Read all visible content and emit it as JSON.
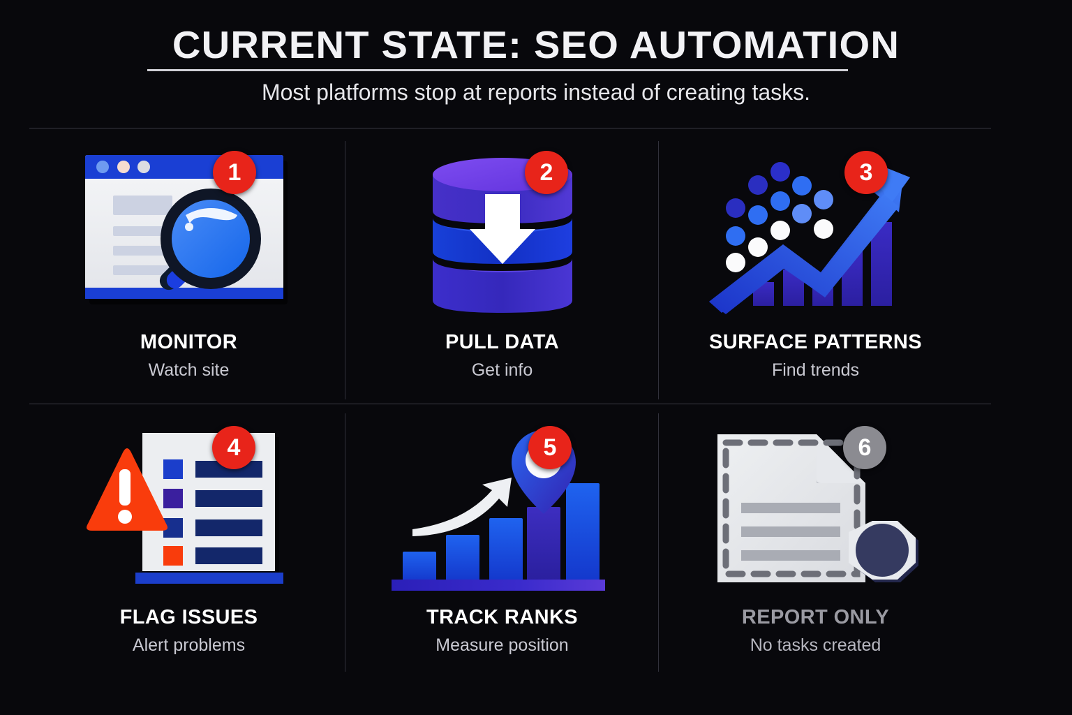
{
  "header": {
    "title": "CURRENT STATE: SEO AUTOMATION",
    "subtitle": "Most platforms stop at reports instead of creating tasks."
  },
  "colors": {
    "background": "#08080c",
    "badge_active": "#e8241a",
    "badge_muted": "#8b8b91",
    "accent_blue": "#1d5ce8",
    "accent_navy": "#14265e",
    "accent_purple": "#6a3ce0",
    "alert_red": "#f93c0c",
    "muted_text": "#9a9aa2"
  },
  "cards": [
    {
      "number": "1",
      "badge_style": "active",
      "title": "MONITOR",
      "subtitle": "Watch site",
      "icon": "browser-search-icon",
      "muted": false
    },
    {
      "number": "2",
      "badge_style": "active",
      "title": "PULL DATA",
      "subtitle": "Get info",
      "icon": "database-download-icon",
      "muted": false
    },
    {
      "number": "3",
      "badge_style": "active",
      "title": "SURFACE PATTERNS",
      "subtitle": "Find trends",
      "icon": "growth-chart-dots-icon",
      "muted": false
    },
    {
      "number": "4",
      "badge_style": "active",
      "title": "FLAG ISSUES",
      "subtitle": "Alert problems",
      "icon": "checklist-warning-icon",
      "muted": false
    },
    {
      "number": "5",
      "badge_style": "active",
      "title": "TRACK RANKS",
      "subtitle": "Measure position",
      "icon": "bar-chart-pin-icon",
      "muted": false
    },
    {
      "number": "6",
      "badge_style": "muted",
      "title": "REPORT ONLY",
      "subtitle": "No tasks created",
      "icon": "document-stamp-icon",
      "muted": true
    }
  ]
}
